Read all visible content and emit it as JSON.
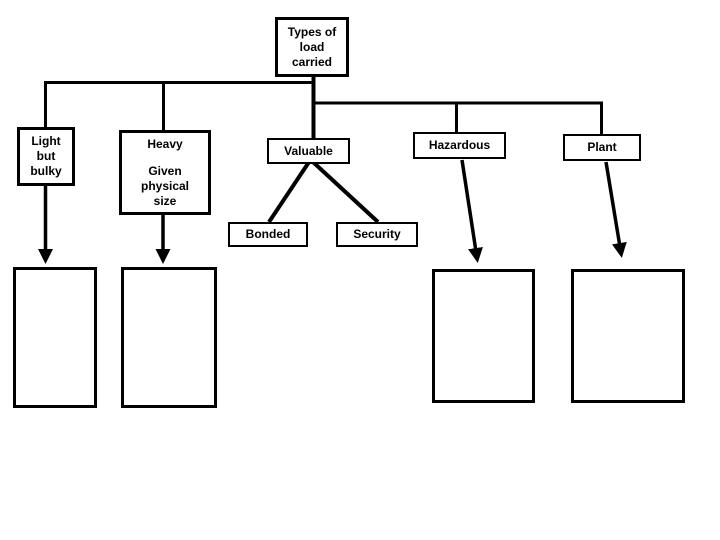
{
  "colors": {
    "ink": "#000000",
    "background": "#ffffff"
  },
  "diagram": {
    "title": "Types of load carried",
    "nodes": {
      "root": {
        "label": "Types of\nload\ncarried"
      },
      "light": {
        "label": "Light\nbut\nbulky"
      },
      "heavy": {
        "label": "Heavy",
        "sublabel": "Given\nphysical\nsize"
      },
      "valuable": {
        "label": "Valuable"
      },
      "bonded": {
        "label": "Bonded"
      },
      "security": {
        "label": "Security"
      },
      "hazardous": {
        "label": "Hazardous"
      },
      "plant": {
        "label": "Plant"
      }
    },
    "empty_answer_boxes": 4
  }
}
